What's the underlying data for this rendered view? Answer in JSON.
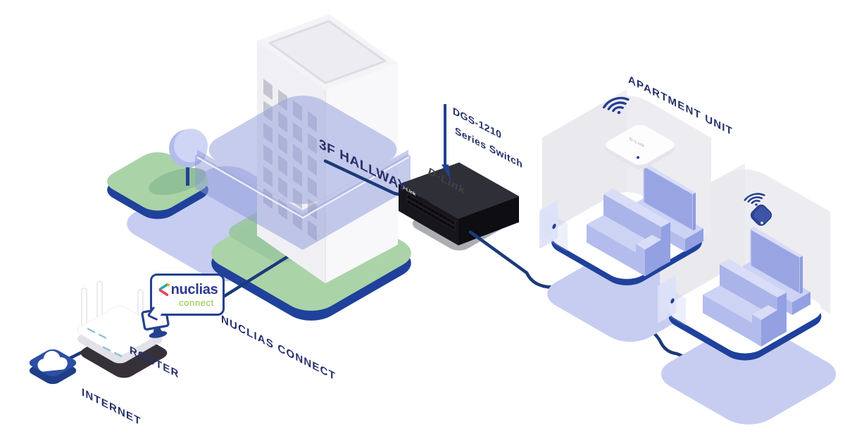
{
  "diagram": {
    "title_labels": {
      "internet": "INTERNET",
      "router": "ROUTER",
      "nuclias_connect": "NUCLIAS CONNECT",
      "hallway": "3F HALLWAY",
      "apartment_unit": "APARTMENT UNIT"
    },
    "switch_label": {
      "line1": "DGS-1210",
      "line2": "Series Switch"
    },
    "badge": {
      "brand": "nuclias",
      "product": "connect"
    },
    "device_brands": {
      "switch_top": "D-Link",
      "switch_front": "D-Link",
      "ceiling_ap": "D-Link"
    },
    "colors": {
      "text_navy": "#252f6a",
      "line_navy": "#1c3a78",
      "rim_navy": "#1f419b",
      "green_platform": "#abd3a8",
      "green_shade": "#90c096",
      "lavender_shadow": "#c7cdf1",
      "periwinkle_furniture": "#b3bcec",
      "slab_blue": "#97a2dc",
      "badge_green": "#8dc63f",
      "brand_navy": "#2b3990",
      "switch_black": "#16161c"
    },
    "icons": {
      "cloud": "cloud-icon",
      "wifi": "wifi-signal-icon",
      "tree": "tree-icon",
      "monitor": "monitor-icon"
    }
  }
}
